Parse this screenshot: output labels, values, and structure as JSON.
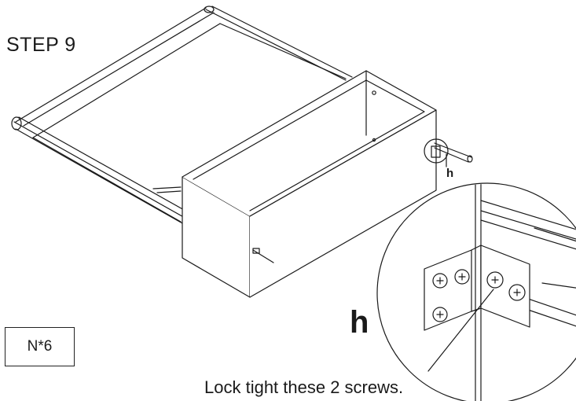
{
  "step": {
    "title": "STEP 9"
  },
  "part": {
    "label": "N*6"
  },
  "detail": {
    "part_letter_large": "h",
    "part_letter_small": "h",
    "instruction": "Lock tight these 2 screws."
  },
  "colors": {
    "line": "#1a1a1a",
    "panel": "#ffffff",
    "shade": "#f2f2f2"
  }
}
